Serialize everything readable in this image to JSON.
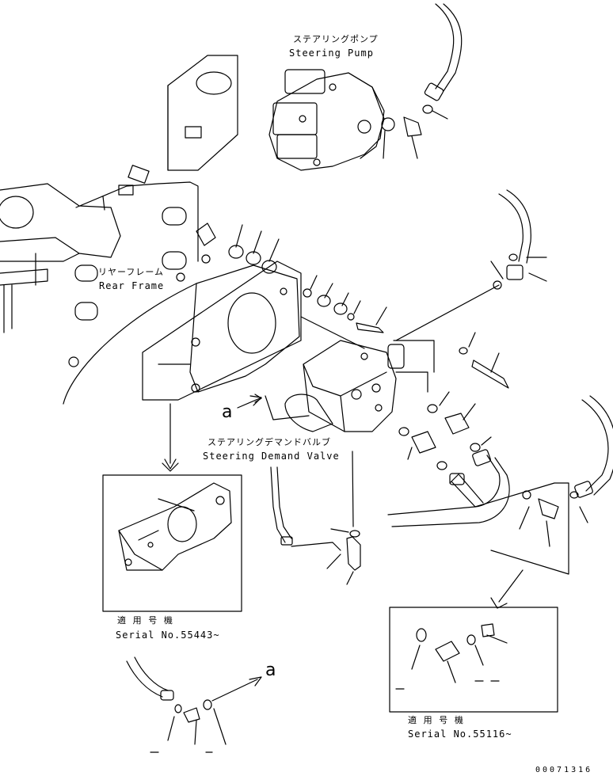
{
  "labels": {
    "steering_pump_jp": "ステアリングポンプ",
    "steering_pump_en": "Steering Pump",
    "rear_frame_jp": "リヤーフレーム",
    "rear_frame_en": "Rear Frame",
    "demand_valve_jp": "ステアリングデマンドバルブ",
    "demand_valve_en": "Steering Demand Valve",
    "view_a_ref": "a",
    "view_a_detail": "a"
  },
  "inset_left": {
    "serial_jp": "適 用 号 機",
    "serial_en": "Serial No.55443~"
  },
  "inset_right": {
    "serial_jp": "適 用 号 機",
    "serial_en": "Serial No.55116~"
  },
  "drawing_number": "00071316"
}
